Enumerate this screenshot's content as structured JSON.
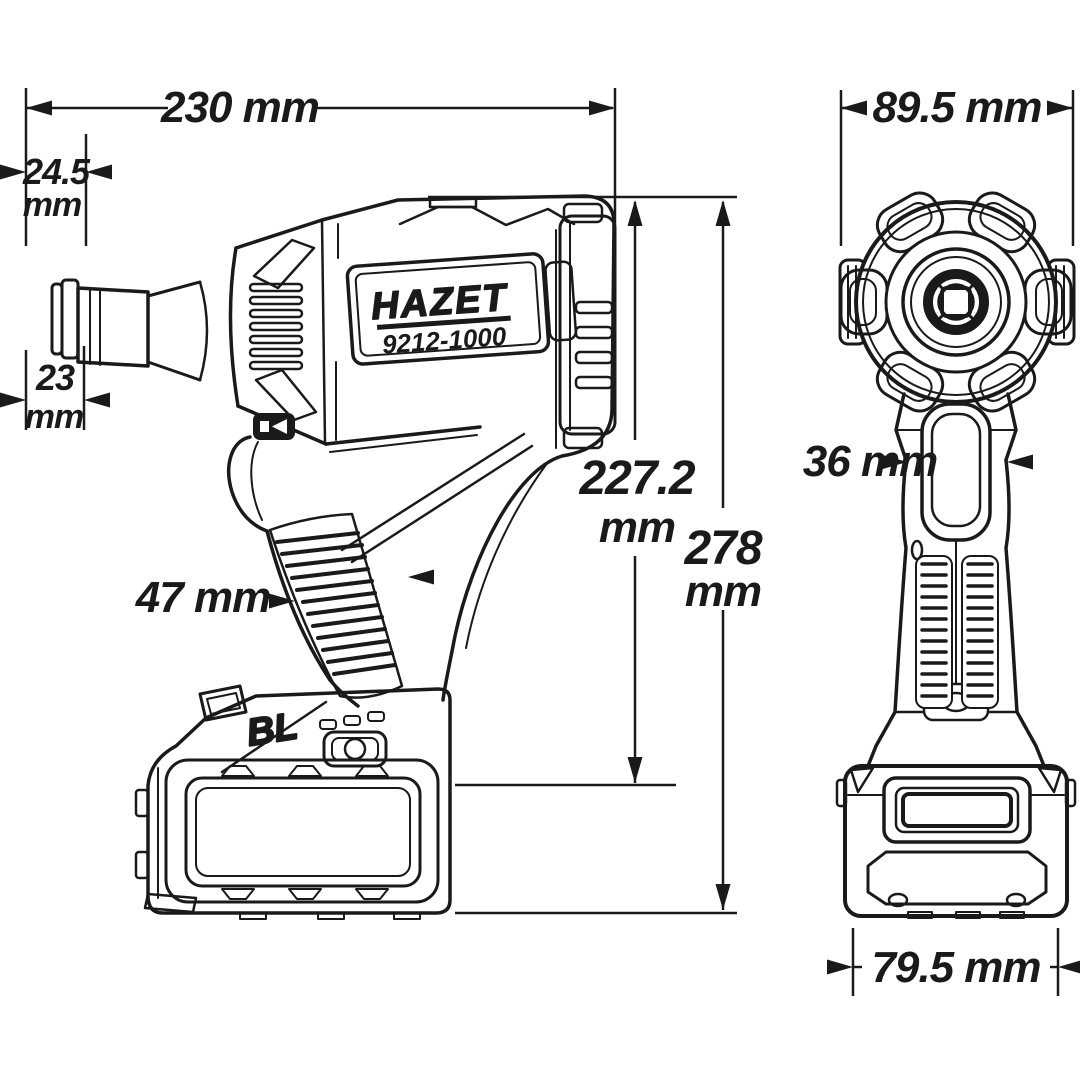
{
  "drawing": {
    "type": "technical-dimension-drawing",
    "subject": "cordless impact wrench, side view and front view",
    "background_color": "#ffffff",
    "line_color": "#1a1a1a"
  },
  "branding": {
    "brand": "HAZET",
    "model": "9212-1000",
    "motor_badge": "BL"
  },
  "dimensions": {
    "overall_length": {
      "label": "230 mm"
    },
    "anvil_protrusion": {
      "value": "24.5",
      "unit": "mm"
    },
    "drive_offset": {
      "value": "23",
      "unit": "mm"
    },
    "body_height": {
      "value": "227.2",
      "unit": "mm"
    },
    "overall_height": {
      "value": "278",
      "unit": "mm"
    },
    "grip_width": {
      "label": "47 mm"
    },
    "head_width": {
      "label": "89.5 mm"
    },
    "handle_width": {
      "label": "36 mm"
    },
    "battery_width": {
      "label": "79.5 mm"
    }
  }
}
